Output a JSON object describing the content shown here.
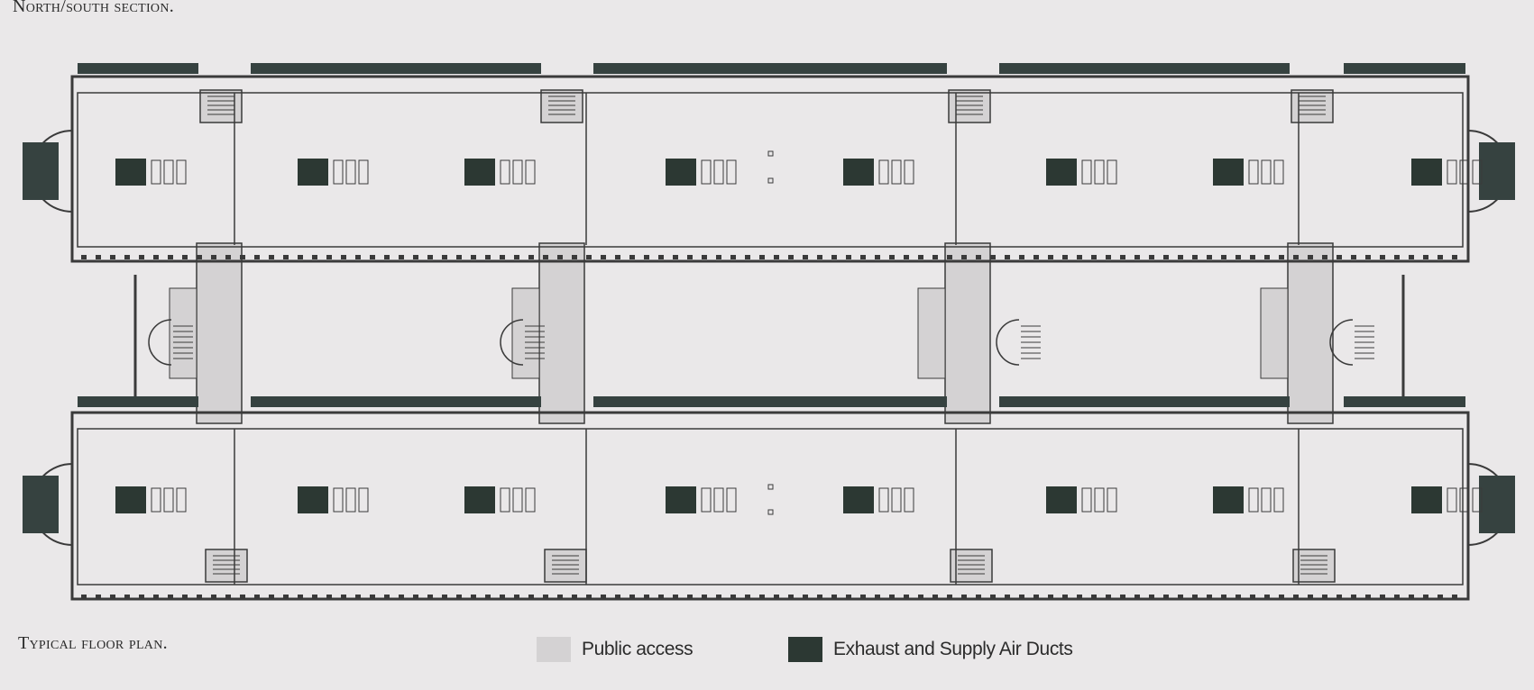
{
  "titles": {
    "section": "North/south section.",
    "plan": "Typical floor plan."
  },
  "legend": {
    "public_access": {
      "label": "Public access",
      "color": "#d4d2d3"
    },
    "air_ducts": {
      "label": "Exhaust and Supply Air Ducts",
      "color": "#2c3833"
    }
  },
  "colors": {
    "background": "#eae8e9",
    "line": "#3a3a3a",
    "window_band": "#364240"
  }
}
